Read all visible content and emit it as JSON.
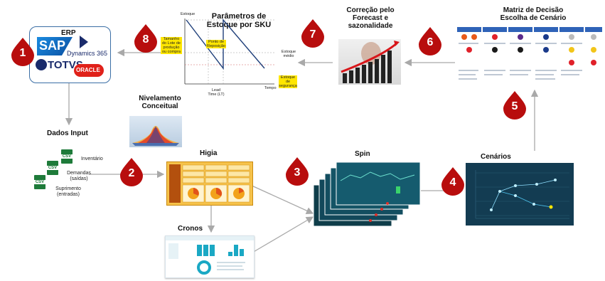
{
  "erp": {
    "title": "ERP",
    "sap": "SAP",
    "dynamics": "Dynamics 365",
    "totvs": "TOTVS",
    "oracle": "ORACLE"
  },
  "dados_input": {
    "title": "Dados Input",
    "inventario": "Inventário",
    "demandas": "Demandas\n(saídas)",
    "suprimento": "Suprimento\n(entradas)",
    "csv": "CSV"
  },
  "nivelamento": {
    "title": "Nivelamento\nConceitual"
  },
  "higia": {
    "title": "Higia"
  },
  "cronos": {
    "title": "Cronos"
  },
  "spin": {
    "title": "Spin"
  },
  "cenarios": {
    "title": "Cenários"
  },
  "matriz": {
    "title": "Matriz de Decisão\nEscolha de Cenário"
  },
  "correcao": {
    "title": "Correção pelo\nForecast e\nsazonalidade"
  },
  "parametros": {
    "title": "Parâmetros de\nEstoque por SKU",
    "estoque": "Estoque",
    "tamanho_lote": "Tamanho\ndo Lote de\nprodução\nou compra",
    "ponto_reposicao": "Ponto de\nReposição",
    "estoque_medio": "Estoque\nmédio",
    "estoque_seguranca": "Estoque\nde\nsegurança",
    "lead_time": "Lead\nTime (LT)",
    "tempo": "Tempo"
  },
  "steps": [
    "1",
    "2",
    "3",
    "4",
    "5",
    "6",
    "7",
    "8"
  ],
  "colors": {
    "drop": "#b80d0d",
    "arrow": "#a9a9a9",
    "yellow": "#ffe600",
    "sawtooth": "#1f3f7a"
  }
}
